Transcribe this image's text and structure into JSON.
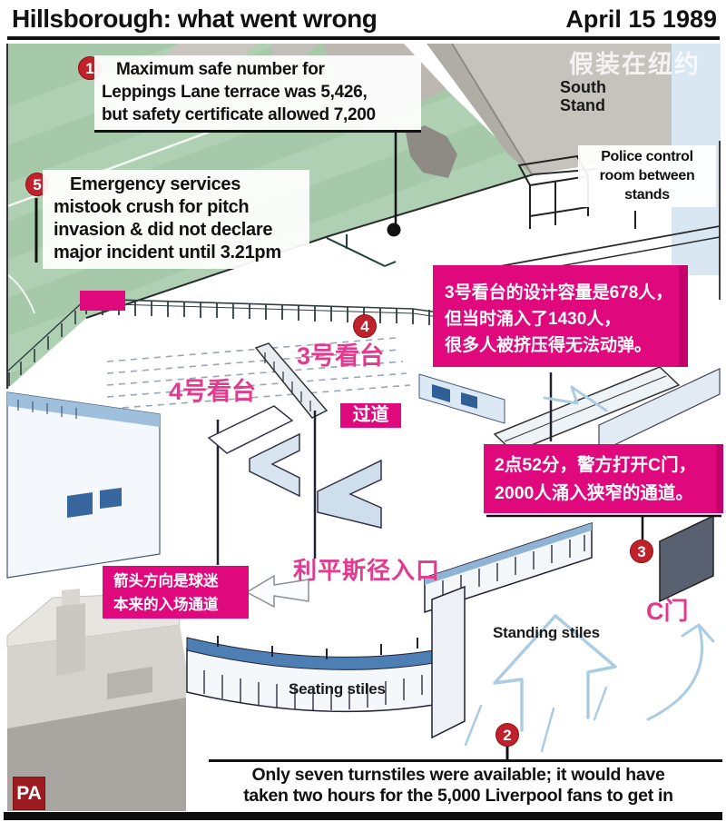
{
  "header": {
    "title_bold": "Hillsborough:",
    "title_rest": " what went wrong",
    "date": "April 15 1989"
  },
  "watermark": "假装在纽约",
  "colors": {
    "pink": "#e0087d",
    "marker_red": "#c0222b",
    "pitch_green": "#a6c9aa",
    "pa_red": "#9d1c21",
    "flow_arrow_blue": "#abcde4"
  },
  "annotations": {
    "n1": {
      "num": "1",
      "lines": [
        "Maximum safe number for",
        "Leppings Lane terrace was 5,426,",
        "but safety certificate allowed 7,200"
      ]
    },
    "n2": {
      "num": "2",
      "lines": [
        "Only seven turnstiles were available; it would have",
        "taken two hours for the 5,000 Liverpool fans to get in"
      ]
    },
    "n3": {
      "num": "3"
    },
    "n4": {
      "num": "4"
    },
    "n5": {
      "num": "5",
      "lines": [
        "Emergency services",
        "mistook crush for pitch",
        "invasion & did not declare",
        "major incident until 3.21pm"
      ]
    }
  },
  "pink_notes": {
    "pen3": {
      "lines": [
        "3号看台的设计容量是678人，",
        "但当时涌入了1430人，",
        "很多人被挤压得无法动弹。"
      ]
    },
    "gate": {
      "lines": [
        "2点52分，警方打开C门，",
        "2000人涌入狭窄的通道。"
      ]
    },
    "arrow": {
      "lines": [
        "箭头方向是球迷",
        "本来的入场通道"
      ]
    }
  },
  "labels": {
    "south_stand": [
      "South",
      "Stand"
    ],
    "police_room": [
      "Police control",
      "room between",
      "stands"
    ],
    "pen3": "3号看台",
    "pen4": "4号看台",
    "passage": "过道",
    "gate_c": "C门",
    "leppings_entrance": "利平斯径入口",
    "standing_stiles": "Standing stiles",
    "seating_stiles": "Seating stiles",
    "pa_logo": "PA"
  }
}
